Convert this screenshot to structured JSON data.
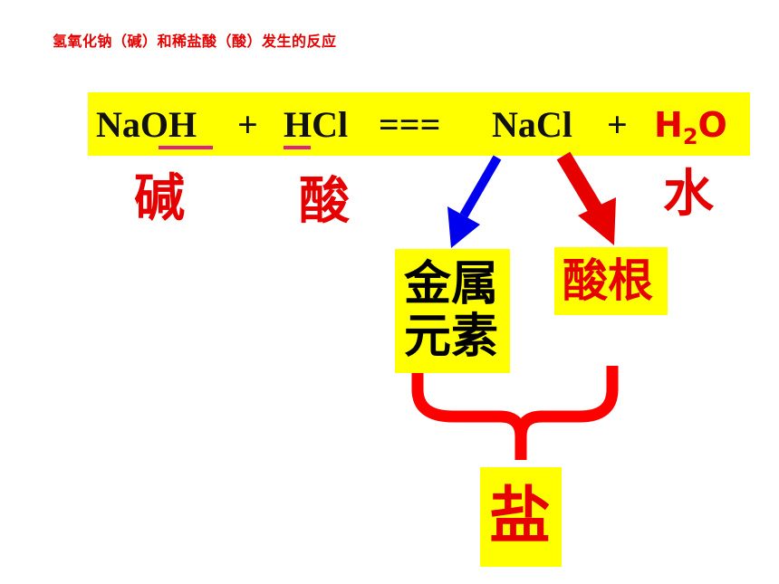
{
  "title": "氢氧化钠（碱）和稀盐酸（酸）发生的反应",
  "equation": {
    "naoh": "NaOH",
    "plus1": "+",
    "hcl": "HCl",
    "equals": "===",
    "nacl": "NaCl",
    "plus2": "+",
    "h2o_h": "H",
    "h2o_sub": "2",
    "h2o_o": "O"
  },
  "labels": {
    "base": "碱",
    "acid": "酸",
    "water": "水",
    "metal_line1": "金属",
    "metal_line2": "元素",
    "acid_radical": "酸根",
    "salt": "盐"
  },
  "colors": {
    "highlight": "#ffff00",
    "red": "#e60000",
    "blue": "#0000ee",
    "underline": "#e0208a"
  }
}
